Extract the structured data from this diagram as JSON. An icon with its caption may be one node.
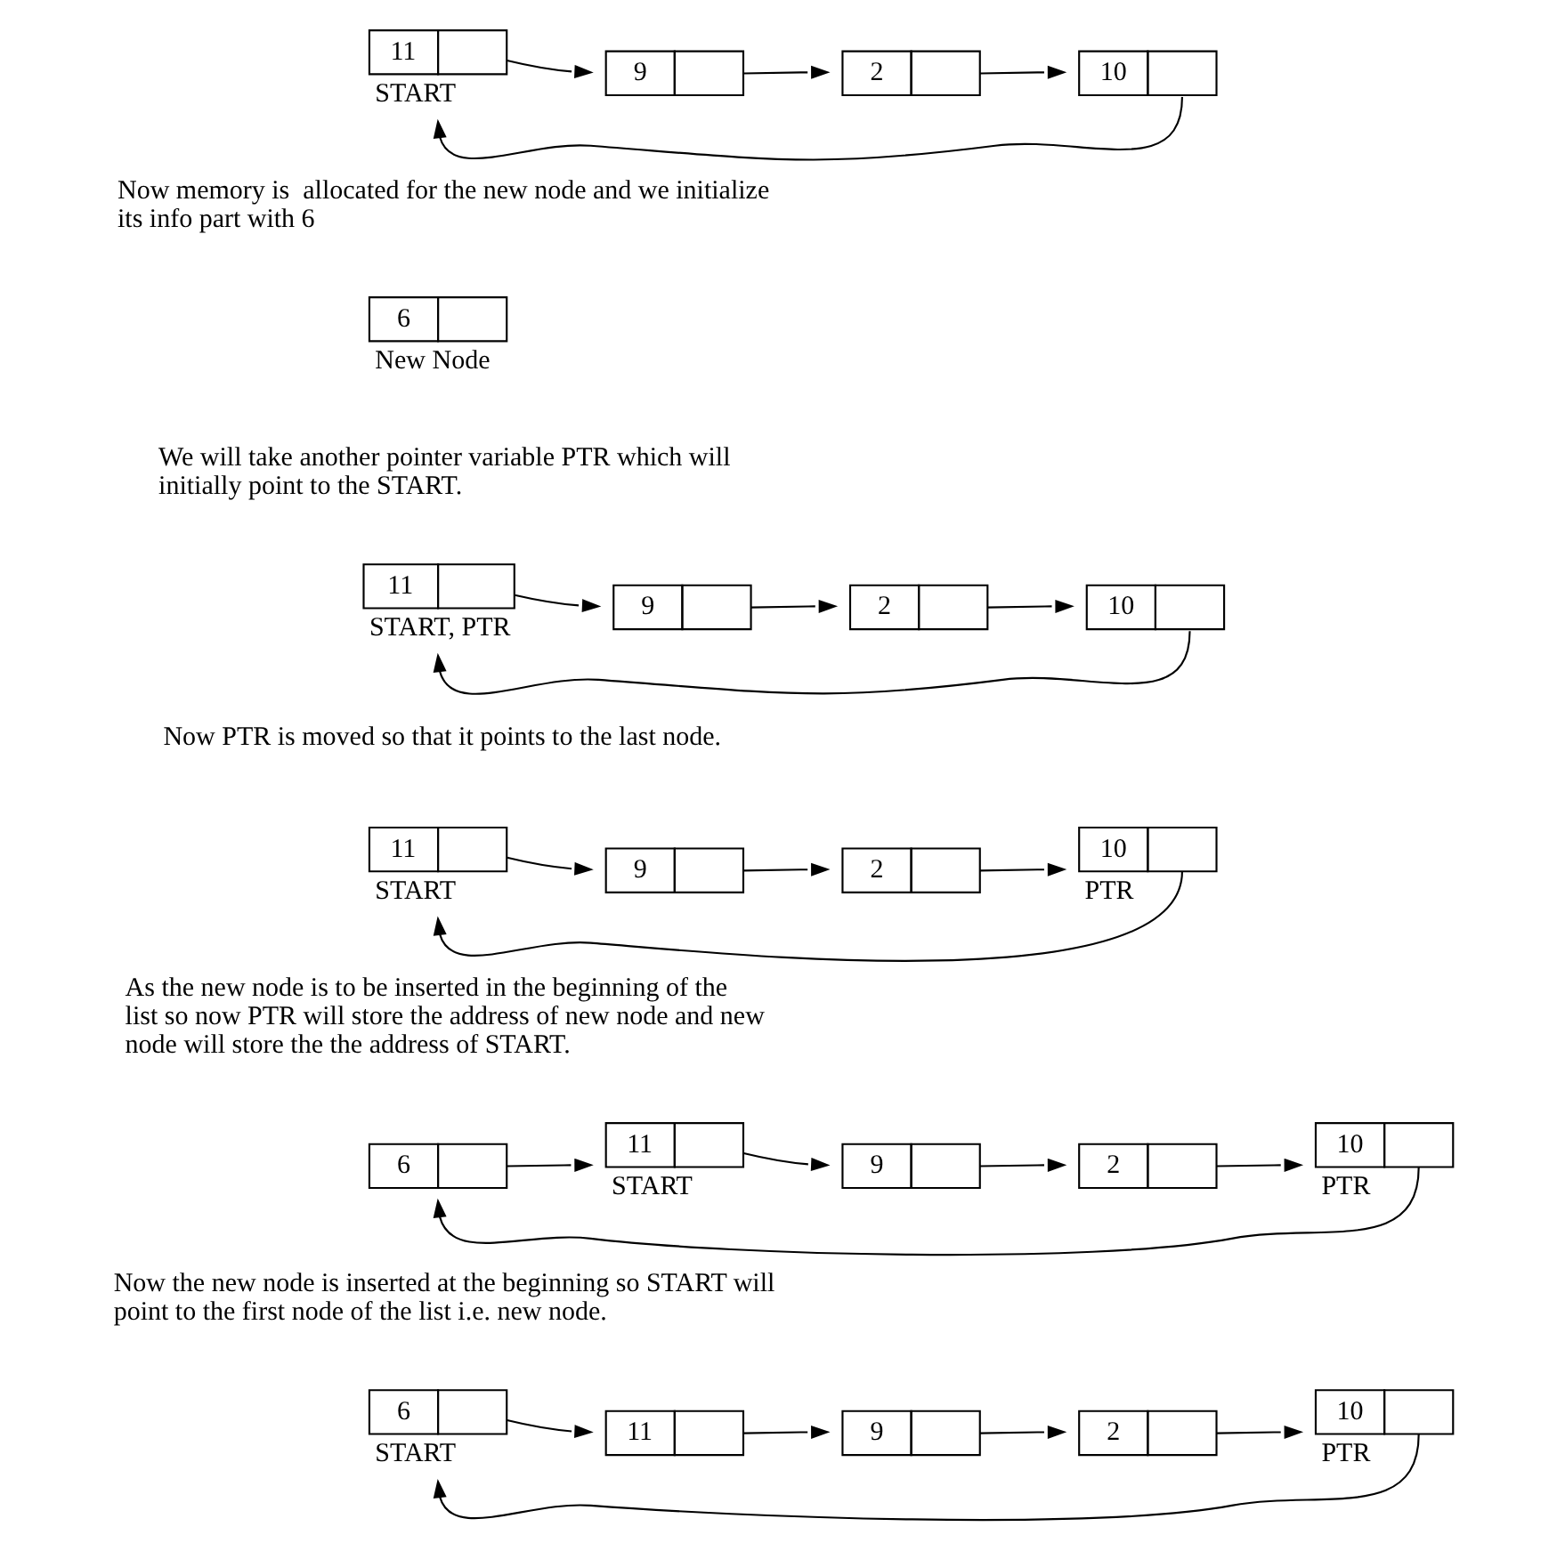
{
  "diagram": {
    "nodes": [
      {
        "text": [
          "11"
        ],
        "beside": [
          "START"
        ]
      },
      {
        "text": [
          "9"
        ]
      },
      {
        "text": [
          "2"
        ]
      },
      {
        "text": [
          "10"
        ]
      },
      {
        "text": [
          "6"
        ],
        "beside": [
          "New Node"
        ]
      },
      {
        "text": [
          "11"
        ],
        "beside": [
          "START, PTR"
        ]
      },
      {
        "text": [
          "9"
        ]
      },
      {
        "text": [
          "2"
        ]
      },
      {
        "text": [
          "10"
        ]
      },
      {
        "text": [
          "11"
        ],
        "beside": [
          "START"
        ]
      },
      {
        "text": [
          "9"
        ]
      },
      {
        "text": [
          "2"
        ]
      },
      {
        "text": [
          "10"
        ],
        "beside": [
          "PTR"
        ]
      },
      {
        "text": [
          "6"
        ]
      },
      {
        "text": [
          "11"
        ],
        "beside": [
          "START"
        ]
      },
      {
        "text": [
          "9"
        ]
      },
      {
        "text": [
          "2"
        ]
      },
      {
        "text": [
          "10"
        ],
        "beside": [
          "PTR"
        ]
      },
      {
        "text": [
          "6"
        ],
        "beside": [
          "START"
        ]
      },
      {
        "text": [
          "11"
        ]
      },
      {
        "text": [
          "9"
        ]
      },
      {
        "text": [
          "2"
        ]
      },
      {
        "text": [
          "10"
        ],
        "beside": [
          "PTR"
        ]
      }
    ],
    "edges": [
      {
        "from": 0,
        "to": 1,
        "arrow": "to"
      },
      {
        "from": 1,
        "to": 2,
        "arrow": "to"
      },
      {
        "from": 2,
        "to": 3,
        "arrow": "to"
      },
      {
        "from": 3,
        "to": 0,
        "arrow": "to"
      },
      {
        "from": 5,
        "to": 6,
        "arrow": "to"
      },
      {
        "from": 6,
        "to": 7,
        "arrow": "to"
      },
      {
        "from": 7,
        "to": 8,
        "arrow": "to"
      },
      {
        "from": 8,
        "to": 5,
        "arrow": "to"
      },
      {
        "from": 9,
        "to": 10,
        "arrow": "to"
      },
      {
        "from": 10,
        "to": 11,
        "arrow": "to"
      },
      {
        "from": 11,
        "to": 12,
        "arrow": "to"
      },
      {
        "from": 12,
        "to": 9,
        "arrow": "to"
      },
      {
        "from": 13,
        "to": 14,
        "arrow": "to"
      },
      {
        "from": 14,
        "to": 15,
        "arrow": "to"
      },
      {
        "from": 15,
        "to": 16,
        "arrow": "to"
      },
      {
        "from": 16,
        "to": 17,
        "arrow": "to"
      },
      {
        "from": 17,
        "to": 13,
        "arrow": "to"
      },
      {
        "from": 18,
        "to": 19,
        "arrow": "to"
      },
      {
        "from": 19,
        "to": 20,
        "arrow": "to"
      },
      {
        "from": 20,
        "to": 21,
        "arrow": "to"
      },
      {
        "from": 21,
        "to": 22,
        "arrow": "to"
      },
      {
        "from": 22,
        "to": 18,
        "arrow": "to"
      }
    ],
    "labels": [
      "Now memory is  allocated for the new node and we initialize its info part with 6",
      "We will take another pointer variable PTR which will initially point to the START.",
      "Now PTR is moved so that it points to the last node.",
      "As the new node is to be inserted in the beginning of the list so now PTR will store the address of new node and new node will store the the address of START.",
      "Now the new node is inserted at the beginning so START will point to the first node of the list i.e. new node."
    ]
  }
}
